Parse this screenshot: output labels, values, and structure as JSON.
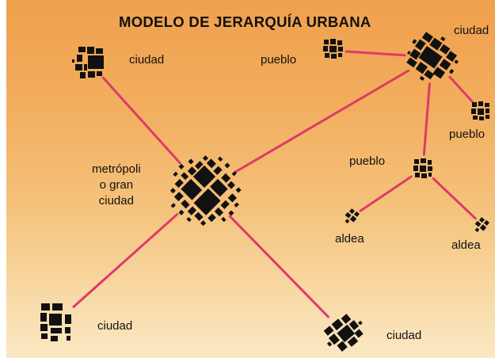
{
  "title": "MODELO DE JERARQUÍA URBANA",
  "colors": {
    "link": "#de3a68",
    "block": "#111111",
    "background_top": "#efa04d",
    "background_bottom": "#fae8c4"
  },
  "labels": {
    "ciudad_top_left": "ciudad",
    "pueblo_top": "pueblo",
    "ciudad_top_right": "ciudad",
    "pueblo_right": "pueblo",
    "metropoli_line1": "metrópoli",
    "metropoli_line2": "o gran",
    "metropoli_line3": "ciudad",
    "pueblo_middle": "pueblo",
    "aldea_left": "aldea",
    "aldea_right": "aldea",
    "ciudad_bottom_left": "ciudad",
    "ciudad_bottom_middle": "ciudad"
  },
  "settlements": [
    {
      "id": "metropoli",
      "kind": "metrópoli"
    },
    {
      "id": "ciudad-top-left",
      "kind": "ciudad"
    },
    {
      "id": "ciudad-top-right",
      "kind": "ciudad"
    },
    {
      "id": "ciudad-bottom-left",
      "kind": "ciudad"
    },
    {
      "id": "ciudad-bottom-middle",
      "kind": "ciudad"
    },
    {
      "id": "pueblo-top",
      "kind": "pueblo"
    },
    {
      "id": "pueblo-right",
      "kind": "pueblo"
    },
    {
      "id": "pueblo-middle",
      "kind": "pueblo"
    },
    {
      "id": "aldea-left",
      "kind": "aldea"
    },
    {
      "id": "aldea-right",
      "kind": "aldea"
    }
  ],
  "connections": [
    {
      "from": "metropoli",
      "to": "ciudad-top-left"
    },
    {
      "from": "metropoli",
      "to": "ciudad-top-right"
    },
    {
      "from": "metropoli",
      "to": "ciudad-bottom-left"
    },
    {
      "from": "metropoli",
      "to": "ciudad-bottom-middle"
    },
    {
      "from": "ciudad-top-right",
      "to": "pueblo-top"
    },
    {
      "from": "ciudad-top-right",
      "to": "pueblo-right"
    },
    {
      "from": "ciudad-top-right",
      "to": "pueblo-middle"
    },
    {
      "from": "pueblo-middle",
      "to": "aldea-left"
    },
    {
      "from": "pueblo-middle",
      "to": "aldea-right"
    }
  ]
}
